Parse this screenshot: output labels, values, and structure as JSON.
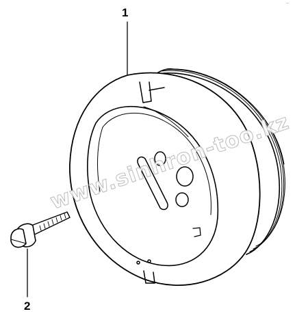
{
  "callouts": {
    "part_1": "1",
    "part_2": "2"
  },
  "watermark": {
    "text": "www.sinhron-too.kz"
  },
  "corner_mark": "~",
  "colors": {
    "line": "#000000",
    "background": "#ffffff",
    "watermark_stroke": "#b4b4b4"
  }
}
